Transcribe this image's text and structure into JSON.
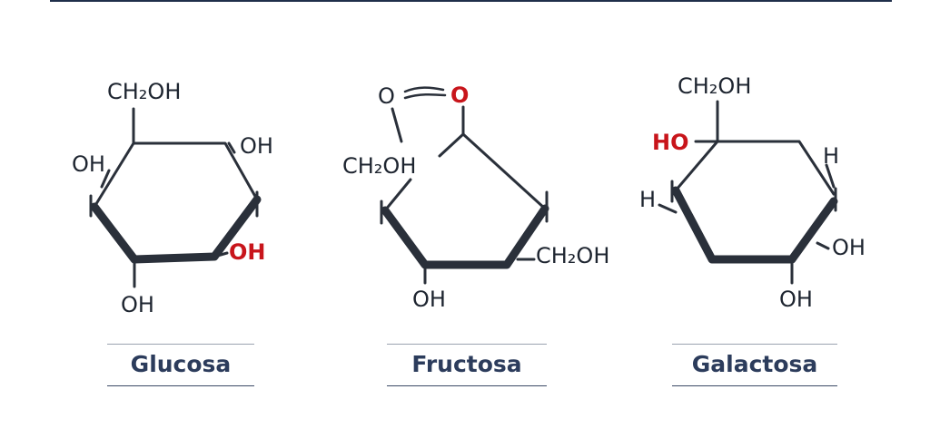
{
  "colors": {
    "ink": "#1e2530",
    "accent_red": "#c8151b",
    "label_navy": "#2c3c5c"
  },
  "molecules": [
    {
      "name": "Glucosa",
      "groups": {
        "top": "CH₂OH",
        "left": "OH",
        "right": "OH",
        "lower_right": "OH",
        "bottom": "OH"
      }
    },
    {
      "name": "Fructosa",
      "groups": {
        "o_left": "O",
        "o_right": "O",
        "ch2oh_top": "CH₂OH",
        "ch2oh_right": "CH₂OH",
        "bottom": "OH"
      }
    },
    {
      "name": "Galactosa",
      "groups": {
        "top": "CH₂OH",
        "ho": "HO",
        "h_right": "H",
        "h_left": "H",
        "right": "OH",
        "bottom": "OH"
      }
    }
  ]
}
